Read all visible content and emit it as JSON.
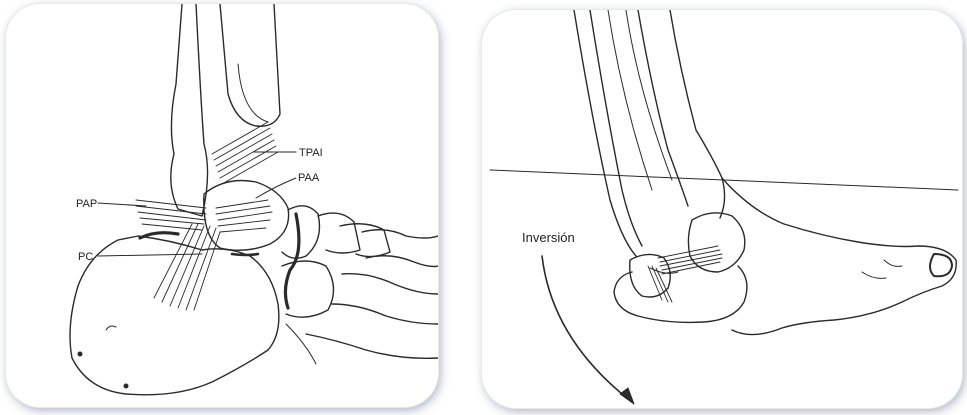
{
  "left_panel": {
    "labels": {
      "tpai": "TPAI",
      "paa": "PAA",
      "pap": "PAP",
      "pc": "PC"
    }
  },
  "right_panel": {
    "labels": {
      "inversion": "Inversión"
    }
  }
}
